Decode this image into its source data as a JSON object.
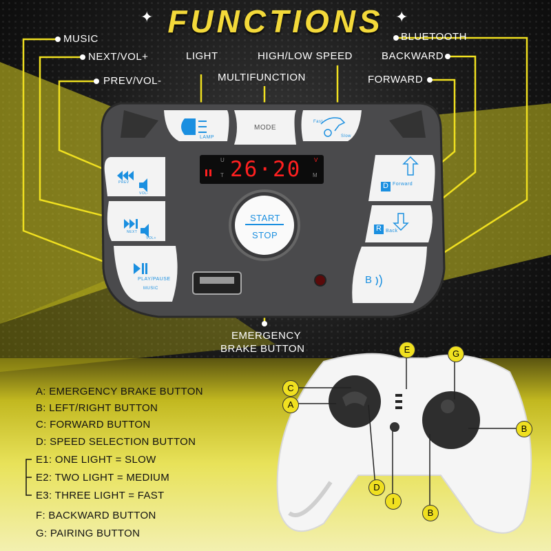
{
  "title": "FUNCTIONS",
  "callouts": {
    "music": "MUSIC",
    "next_vol": "NEXT/VOL+",
    "prev_vol": "PREV/VOL-",
    "light": "LIGHT",
    "high_low_speed": "HIGH/LOW SPEED",
    "multifunction": "MULTIFUNCTION",
    "bluetooth": "BLUETOOTH",
    "backward": "BACKWARD",
    "forward": "FORWARD",
    "emergency_line1": "EMERGENCY",
    "emergency_line2": "BRAKE BUTTON"
  },
  "panel": {
    "lamp": "LAMP",
    "mode": "MODE",
    "fast": "Fast",
    "slow": "Slow",
    "display_value": "26·20",
    "display_u": "U",
    "display_t": "T",
    "display_v": "V",
    "display_m": "M",
    "prev": "PREV",
    "vol_minus": "VOL-",
    "next": "NEXT",
    "vol_plus": "VOL+",
    "play_pause": "PLAY/PAUSE",
    "music": "MUSIC",
    "start": "START",
    "stop": "STOP",
    "d_key": "D",
    "forward": "Forward",
    "r_key": "R",
    "back": "Back",
    "bt_glyph": "B",
    "icons": [
      "lamp-icon",
      "horse-icon",
      "prev-icon",
      "next-icon",
      "play-pause-icon",
      "speaker-icon",
      "arrow-up-icon",
      "arrow-down-icon",
      "bluetooth-waves-icon",
      "usb-port-icon",
      "aux-jack-icon"
    ]
  },
  "legend": [
    "A: EMERGENCY BRAKE BUTTON",
    "B: LEFT/RIGHT BUTTON",
    "C: FORWARD BUTTON",
    "D: SPEED SELECTION BUTTON",
    "E1: ONE LIGHT = SLOW",
    "E2: TWO LIGHT = MEDIUM",
    "E3: THREE LIGHT = FAST",
    "F: BACKWARD BUTTON",
    "G: PAIRING BUTTON"
  ],
  "markers": {
    "a": "A",
    "b1": "B",
    "b2": "B",
    "c": "C",
    "d": "D",
    "e": "E",
    "g": "G",
    "i": "I"
  },
  "colors": {
    "title": "#f3d93a",
    "accent": "#1a8fe0",
    "display_red": "#ff2020",
    "marker": "#f0e020",
    "panel": "#4a4a4c"
  }
}
